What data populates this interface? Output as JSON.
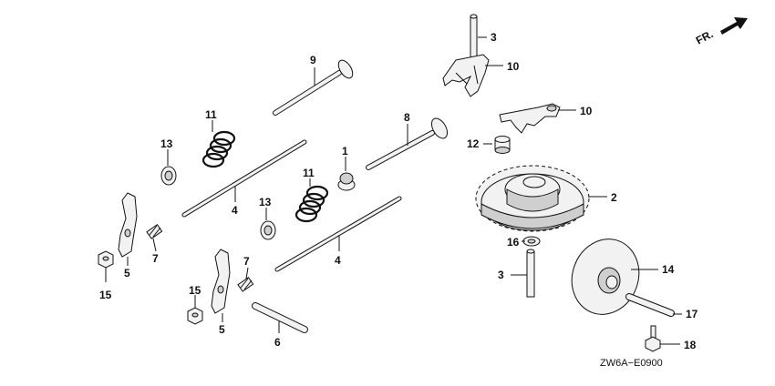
{
  "orientation": {
    "label": "FR."
  },
  "diagram_code": "ZW6A−E0900",
  "callouts": {
    "c1": "1",
    "c2": "2",
    "c3a": "3",
    "c3b": "3",
    "c4a": "4",
    "c4b": "4",
    "c5a": "5",
    "c5b": "5",
    "c6": "6",
    "c7a": "7",
    "c7b": "7",
    "c8": "8",
    "c9": "9",
    "c10a": "10",
    "c10b": "10",
    "c11a": "11",
    "c11b": "11",
    "c12": "12",
    "c13a": "13",
    "c13b": "13",
    "c14": "14",
    "c15a": "15",
    "c15b": "15",
    "c16": "16",
    "c17": "17",
    "c18": "18"
  }
}
